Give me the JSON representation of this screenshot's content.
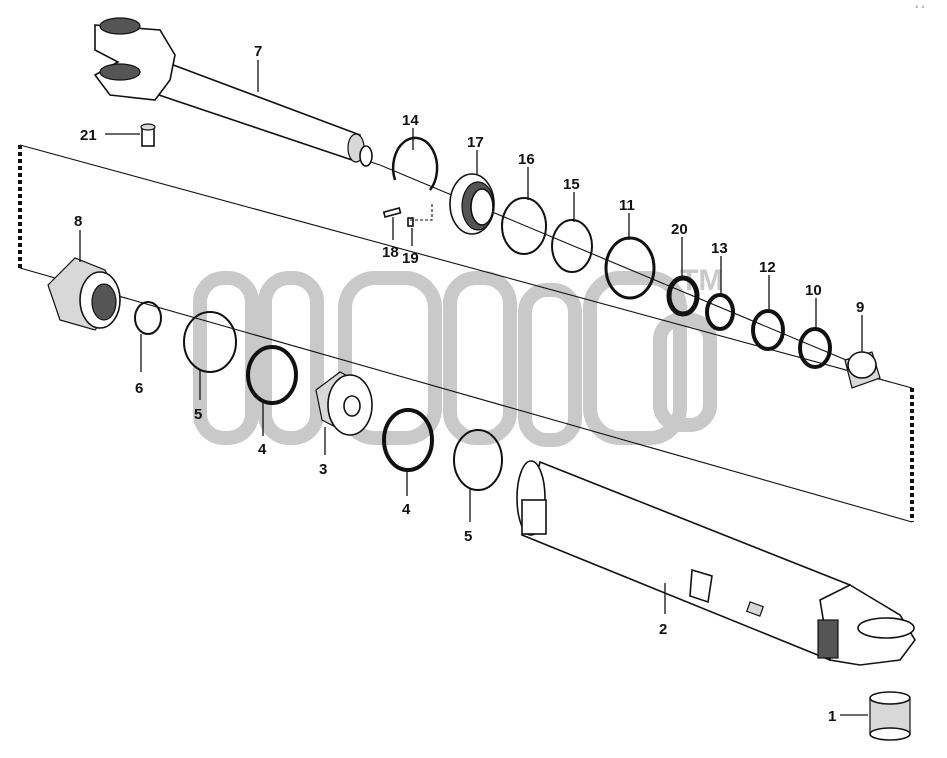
{
  "watermark": {
    "tm": "TM"
  },
  "corner_mark": "° °",
  "icons": {
    "item-1": "bushing-icon",
    "item-2": "cylinder-tube-icon",
    "item-3": "piston-icon",
    "item-4": "seal-ring-icon",
    "item-5": "wear-ring-icon",
    "item-6": "o-ring-icon",
    "item-7": "piston-rod-icon",
    "item-8": "cylinder-head-icon",
    "item-9": "bushing-icon",
    "item-10": "ring-icon",
    "item-11": "o-ring-icon",
    "item-12": "ring-icon",
    "item-13": "ring-icon",
    "item-14": "snap-ring-icon",
    "item-15": "o-ring-icon",
    "item-16": "o-ring-icon",
    "item-17": "nut-icon",
    "item-18": "pin-icon",
    "item-19": "pin-icon",
    "item-20": "seal-icon",
    "item-21": "grease-nipple-icon"
  },
  "callouts": [
    {
      "id": "c1",
      "label": "1"
    },
    {
      "id": "c2",
      "label": "2"
    },
    {
      "id": "c3",
      "label": "3"
    },
    {
      "id": "c4a",
      "label": "4"
    },
    {
      "id": "c4b",
      "label": "4"
    },
    {
      "id": "c5a",
      "label": "5"
    },
    {
      "id": "c5b",
      "label": "5"
    },
    {
      "id": "c6",
      "label": "6"
    },
    {
      "id": "c7",
      "label": "7"
    },
    {
      "id": "c8",
      "label": "8"
    },
    {
      "id": "c9",
      "label": "9"
    },
    {
      "id": "c10",
      "label": "10"
    },
    {
      "id": "c11",
      "label": "11"
    },
    {
      "id": "c12",
      "label": "12"
    },
    {
      "id": "c13",
      "label": "13"
    },
    {
      "id": "c14",
      "label": "14"
    },
    {
      "id": "c15",
      "label": "15"
    },
    {
      "id": "c16",
      "label": "16"
    },
    {
      "id": "c17",
      "label": "17"
    },
    {
      "id": "c18",
      "label": "18"
    },
    {
      "id": "c19",
      "label": "19"
    },
    {
      "id": "c20",
      "label": "20"
    },
    {
      "id": "c21",
      "label": "21"
    }
  ]
}
